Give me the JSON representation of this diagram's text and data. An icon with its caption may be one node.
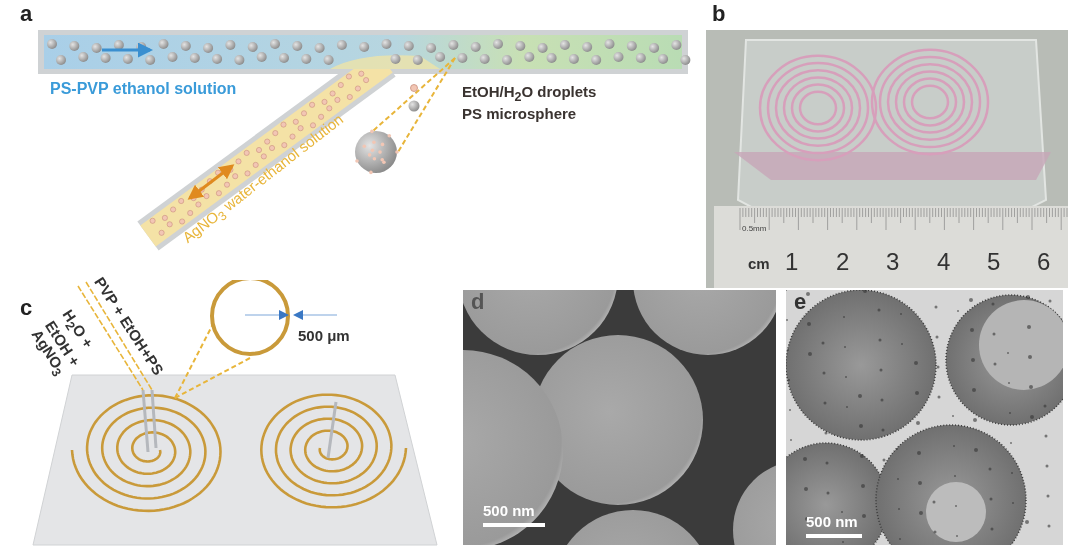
{
  "diagram": {
    "labels": [
      "a",
      "PS-PVP ethanol solution",
      "AgNO$_{3}$ water-ethanol solution",
      "b",
      "0.5mm",
      "cm",
      "1",
      "2",
      "3",
      "4",
      "5",
      "6",
      "c",
      "PVP + EtOH+PS",
      "H$_{2}$O + EtOH + AgNO$_{3}$",
      "500 μm",
      "d",
      "500 nm",
      "e",
      "500 nm"
    ],
    "legend": [
      {
        "text": "EtOH/H$_{2}$O droplets"
      },
      {
        "text": "PS microsphere"
      }
    ]
  }
}
